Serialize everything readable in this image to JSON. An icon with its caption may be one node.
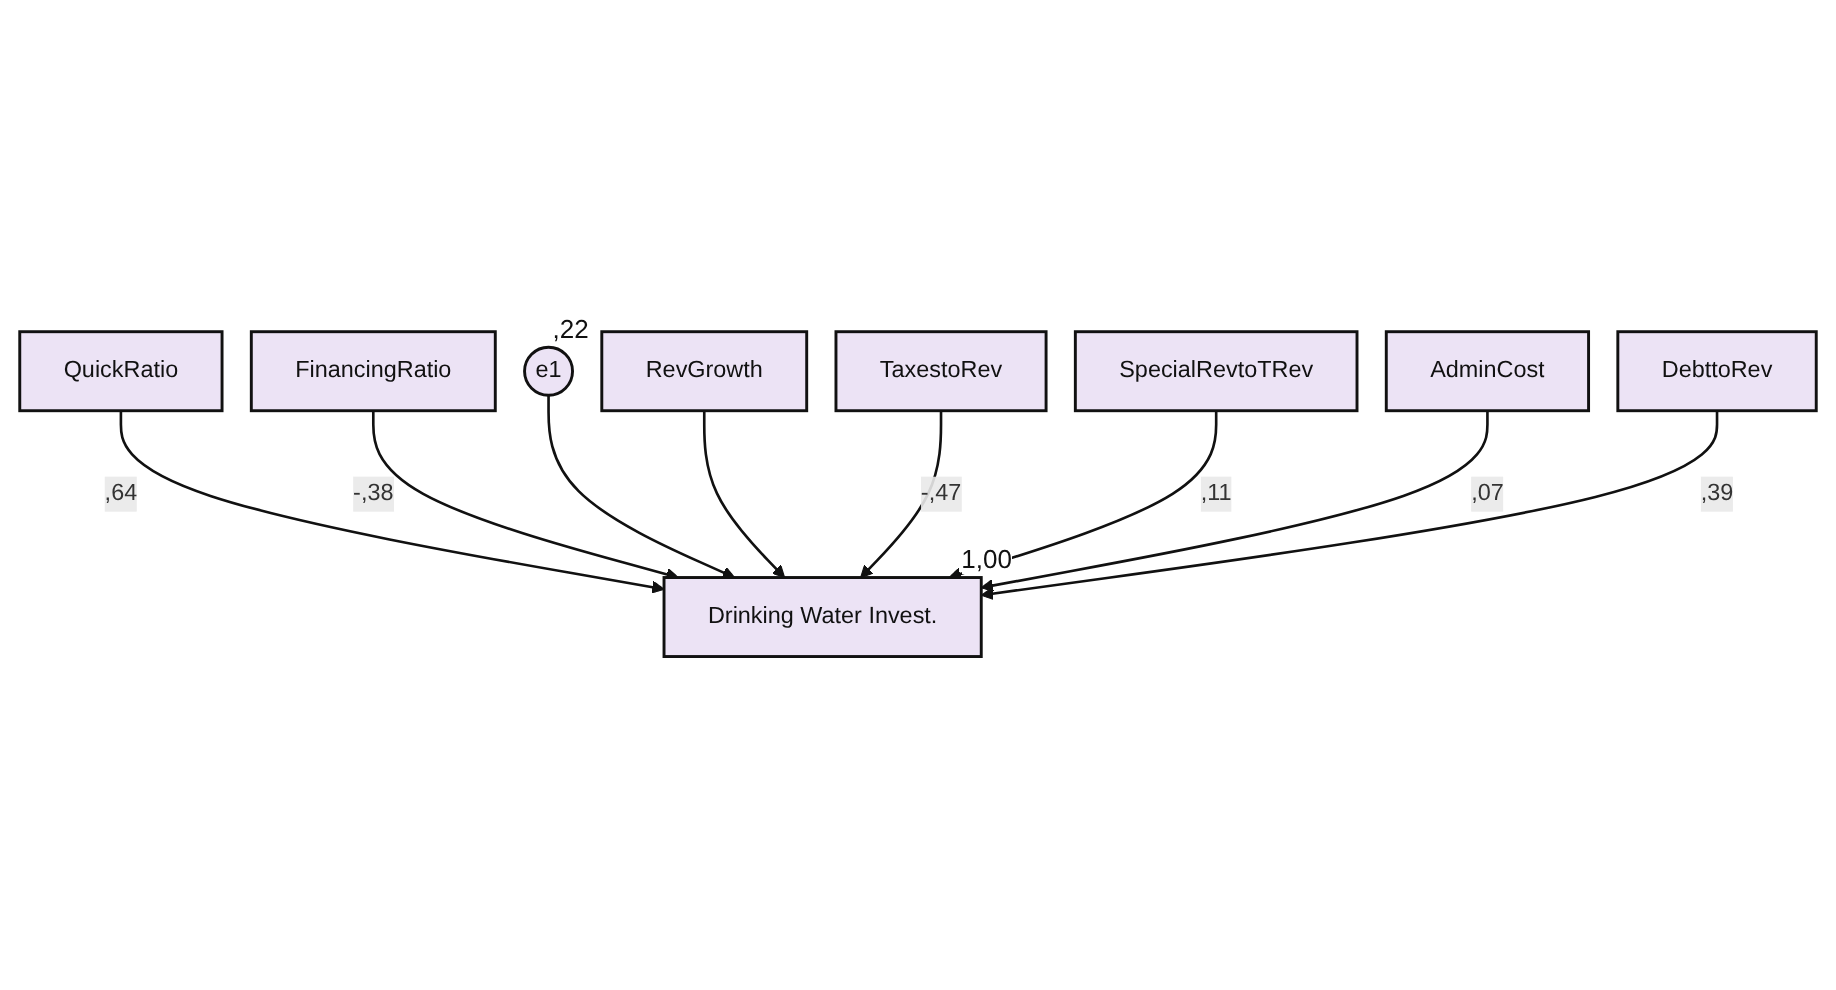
{
  "diagram": {
    "nodes": [
      {
        "text": [
          "QuickRatio"
        ]
      },
      {
        "text": [
          "RevGrowth"
        ]
      },
      {
        "text": [
          "FinancingRatio"
        ]
      },
      {
        "text": [
          "e1"
        ],
        "beside": [
          ",22"
        ]
      },
      {
        "text": [
          "Drinking Water Invest."
        ],
        "beside": [
          "1,00"
        ]
      },
      {
        "text": [
          "TaxestoRev"
        ]
      },
      {
        "text": [
          "SpecialRevtoTRev"
        ]
      },
      {
        "text": [
          "DebttoRev"
        ]
      },
      {
        "text": [
          "AdminCost"
        ]
      }
    ],
    "edges": [
      {
        "from": 0,
        "to": 4,
        "arrow": "to",
        "label": ",64"
      },
      {
        "from": 2,
        "to": 4,
        "arrow": "to",
        "label": "-,38"
      },
      {
        "from": 3,
        "to": 4,
        "arrow": "to"
      },
      {
        "from": 1,
        "to": 4,
        "arrow": "to"
      },
      {
        "from": 5,
        "to": 4,
        "arrow": "to",
        "label": "-,47"
      },
      {
        "from": 6,
        "to": 4,
        "arrow": "to",
        "label": ",11"
      },
      {
        "from": 8,
        "to": 4,
        "arrow": "to",
        "label": ",07"
      },
      {
        "from": 7,
        "to": 4,
        "arrow": "to",
        "label": ",39"
      }
    ]
  }
}
